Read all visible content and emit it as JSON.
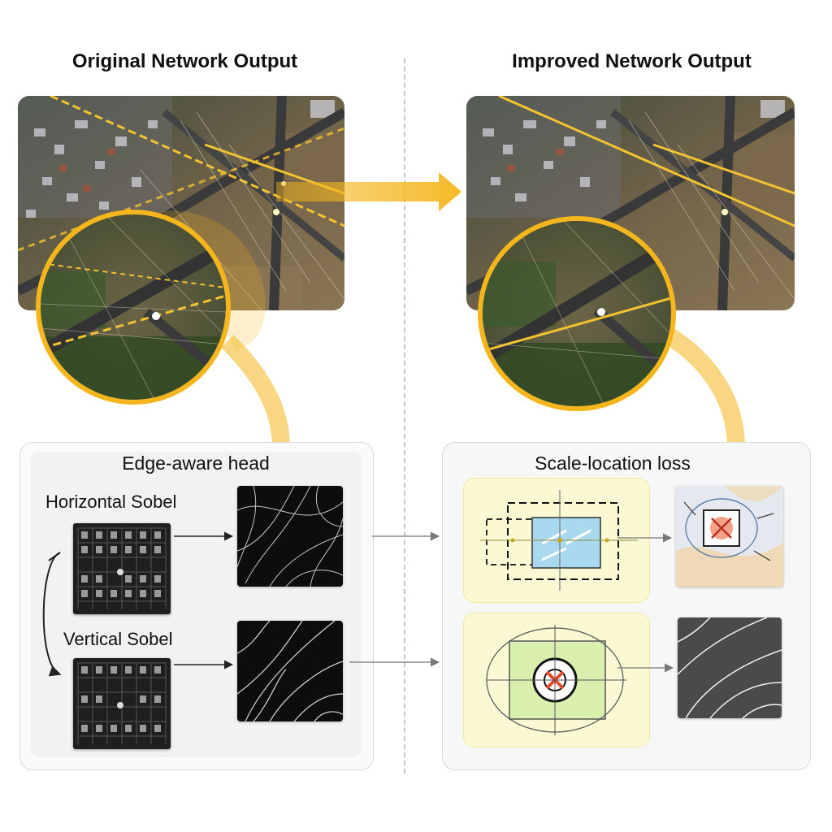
{
  "left": {
    "title": "Original Network Output",
    "module_title": "Edge-aware head",
    "horizontal_label": "Horizontal Sobel",
    "vertical_label": "Vertical Sobel"
  },
  "right": {
    "title": "Improved Network Output",
    "module_title": "Scale-location loss"
  },
  "colors": {
    "accent": "#f4b61c",
    "kernel_bg": "#1f1f1f",
    "card_yellow": "#fbf8d4",
    "box_blue": "#a9d9ef",
    "box_green": "#d8efae",
    "target_red": "#e24a2b"
  }
}
